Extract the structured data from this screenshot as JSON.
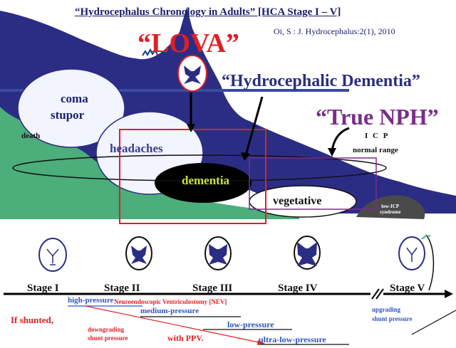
{
  "title": "“Hydrocephalus Chronology in Adults”   [HCA Stage I – V]",
  "citation": "Oi, S : J. Hydrocephalus:2(1), 2010",
  "lova": "“LOVA”",
  "hydrocephalic_dementia": "“Hydrocephalic Dementia”",
  "true_nph": "“True NPH”",
  "regions": {
    "coma": "coma",
    "stupor": "stupor",
    "death": "death",
    "headaches": "headaches",
    "dementia": "dementia",
    "vegetative": "vegetative",
    "icp_line1": "I C P",
    "icp_line2": "normal range",
    "low_icp_line1": "low-ICP",
    "low_icp_line2": "syndrome"
  },
  "stages": [
    "Stage I",
    "Stage II",
    "Stage III",
    "Stage IV",
    "Stage V"
  ],
  "shunt": {
    "if_shunted": "If shunted,",
    "high_pressure": "high-pressure",
    "nev": "Neuroendoscopic Ventriculostomy [NEV]",
    "medium_pressure": "medium-pressure",
    "low_pressure": "low-pressure",
    "ultra_low_pressure": "ultra-low-pressure",
    "downgrading_line1": "downgrading",
    "downgrading_line2": "shunt pressure",
    "with_ppv": "with PPV.",
    "upgrading_line1": "upgrading",
    "upgrading_line2": "shunt pressure"
  },
  "colors": {
    "navy": "#2b2d84",
    "green": "#4cae7a",
    "red": "#e01f25",
    "purple": "#7b2d8a",
    "blue_text": "#2e55c0"
  }
}
